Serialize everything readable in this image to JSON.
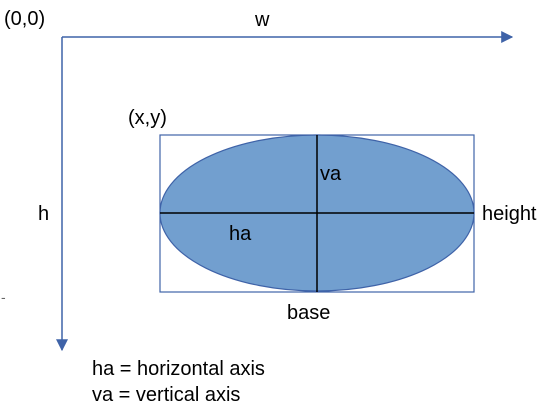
{
  "labels": {
    "origin": "(0,0)",
    "width": "w",
    "height_axis": "h",
    "corner": "(x,y)",
    "vertical_axis": "va",
    "horizontal_axis": "ha",
    "height": "height",
    "base": "base",
    "dash": "-"
  },
  "legend": [
    "ha = horizontal axis",
    "va = vertical axis"
  ],
  "colors": {
    "axis": "#3f63a8",
    "box": "#3f63a8",
    "ellipse_fill": "#729fcf",
    "ellipse_stroke": "#3f63a8",
    "lines": "#000000"
  }
}
